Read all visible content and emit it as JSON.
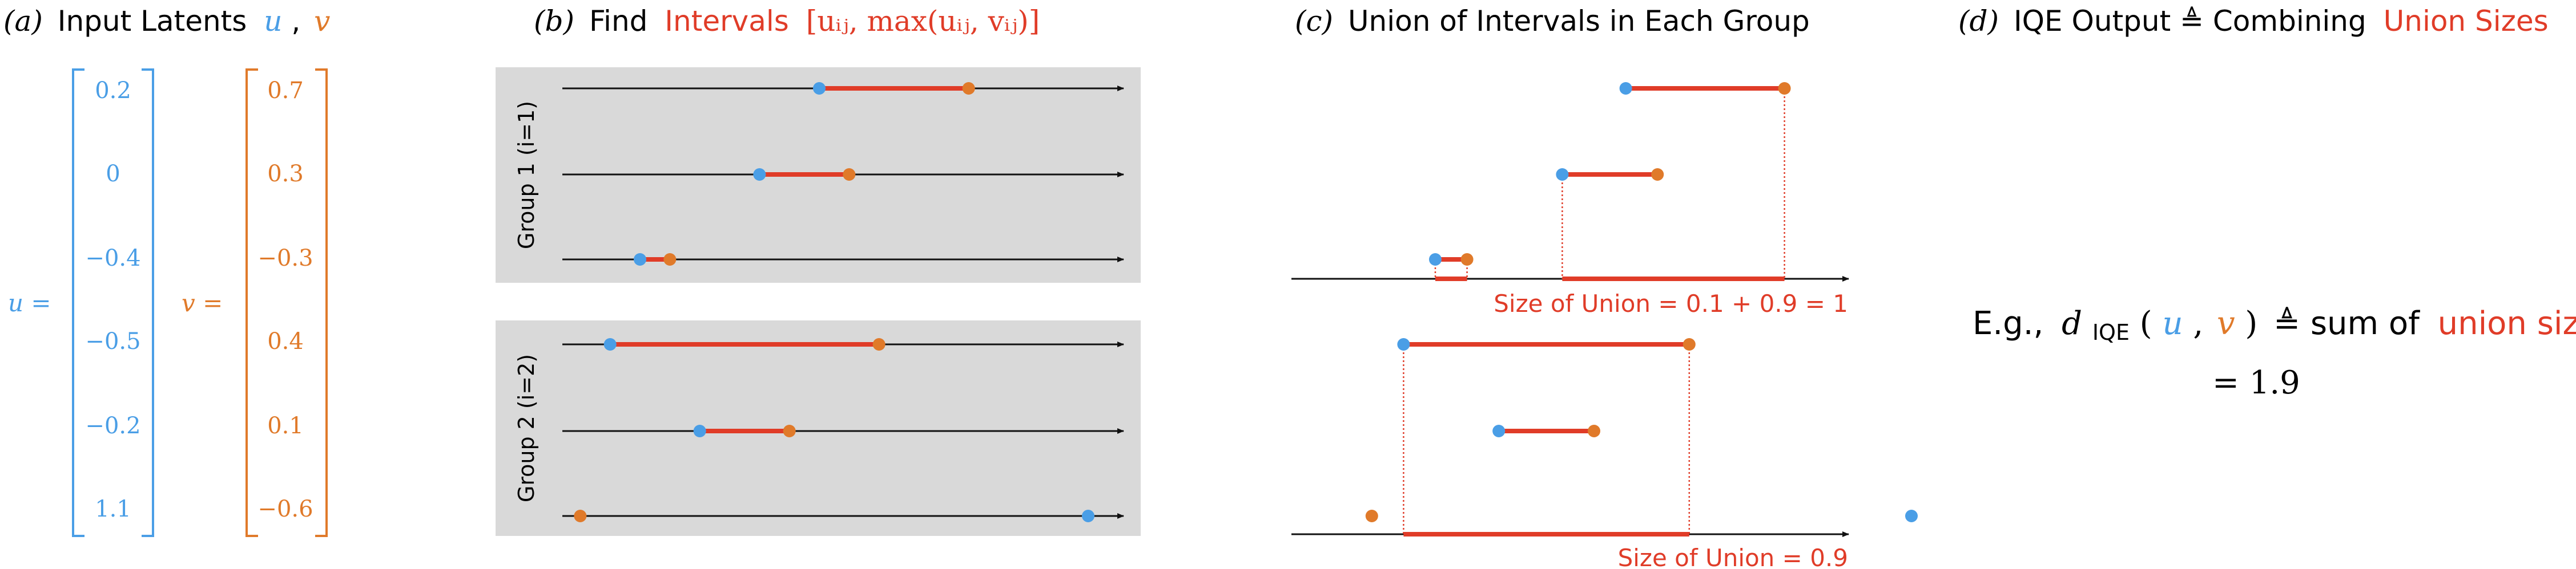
{
  "colors": {
    "u": "#4a9ee6",
    "v": "#e07a2a",
    "red": "#e03c28",
    "panel": "#d9d9d9",
    "ink": "#111111"
  },
  "panel_a": {
    "label": "(a)",
    "title": "Input Latents",
    "u_sym": "u",
    "comma": ",",
    "v_sym": "v",
    "u_eq": "u =",
    "v_eq": "v =",
    "u_values": [
      "0.2",
      "0",
      "−0.4",
      "−0.5",
      "−0.2",
      "1.1"
    ],
    "v_values": [
      "0.7",
      "0.3",
      "−0.3",
      "0.4",
      "0.1",
      "−0.6"
    ]
  },
  "panel_b": {
    "label": "(b)",
    "title_black": "Find",
    "title_red": "Intervals",
    "title_math": "[uᵢⱼ, max(uᵢⱼ, vᵢⱼ)]",
    "groups": [
      {
        "label": "Group 1 (i=1)",
        "rows": [
          {
            "u": 0.2,
            "v": 0.7
          },
          {
            "u": 0.0,
            "v": 0.3
          },
          {
            "u": -0.4,
            "v": -0.3
          }
        ]
      },
      {
        "label": "Group 2 (i=2)",
        "rows": [
          {
            "u": -0.5,
            "v": 0.4
          },
          {
            "u": -0.2,
            "v": 0.1
          },
          {
            "u": 1.1,
            "v": -0.6
          }
        ]
      }
    ]
  },
  "panel_c": {
    "label": "(c)",
    "title": "Union of Intervals in Each Group",
    "group1_caption": "Size of Union = 0.1 + 0.9 = 1",
    "group2_caption": "Size of Union = 0.9"
  },
  "panel_d": {
    "label": "(d)",
    "title_black": "IQE Output ≜ Combining",
    "title_red": "Union Sizes",
    "eg_prefix": "E.g.,",
    "d_sym": "d",
    "d_sub": "IQE",
    "paren_open": "(",
    "u_sym": "u",
    "comma": ",",
    "v_sym": "v",
    "paren_close": ")",
    "defeq": "≜ sum of",
    "red_text": "union sizes",
    "result": "= 1.9"
  }
}
